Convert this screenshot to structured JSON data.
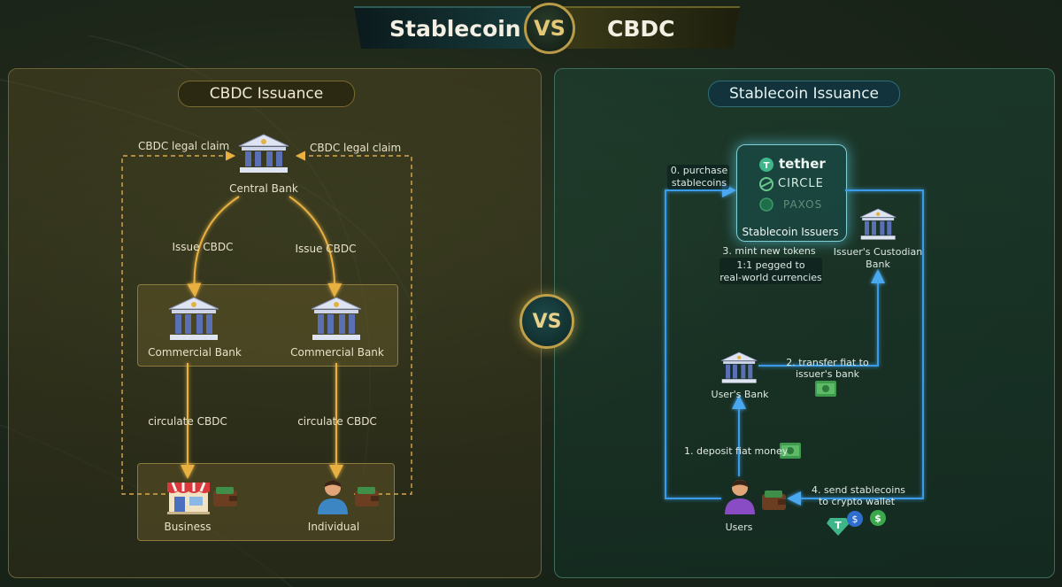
{
  "title": {
    "left": "Stablecoin",
    "vs": "VS",
    "right": "CBDC"
  },
  "center_vs": "VS",
  "cbdc": {
    "heading": "CBDC Issuance",
    "legal_claim_left": "CBDC legal claim",
    "legal_claim_right": "CBDC legal claim",
    "central_bank": "Central Bank",
    "issue_left": "Issue CBDC",
    "issue_right": "Issue CBDC",
    "commercial_bank_left": "Commercial Bank",
    "commercial_bank_right": "Commercial Bank",
    "circulate_left": "circulate CBDC",
    "circulate_right": "circulate CBDC",
    "business": "Business",
    "individual": "Individual"
  },
  "stablecoin": {
    "heading": "Stablecoin Issuance",
    "step0_line1": "0. purchase",
    "step0_line2": "stablecoins",
    "brands": [
      "tether",
      "CIRCLE",
      "PAXOS"
    ],
    "issuers": "Stablecoin Issuers",
    "custodian_line1": "Issuer's Custodian",
    "custodian_line2": "Bank",
    "step3": "3. mint new tokens",
    "peg_line1": "1:1 pegged to",
    "peg_line2": "real-world currencies",
    "users_bank": "User's Bank",
    "step2_line1": "2. transfer fiat to",
    "step2_line2": "issuer's bank",
    "step1": "1. deposit fiat money",
    "step4_line1": "4. send stablecoins",
    "step4_line2": "to crypto wallet",
    "users": "Users"
  },
  "colors": {
    "gold": "#e0a93a",
    "blue": "#3b9be8",
    "panel_left": "#4a4220",
    "panel_right": "#1c4636"
  }
}
